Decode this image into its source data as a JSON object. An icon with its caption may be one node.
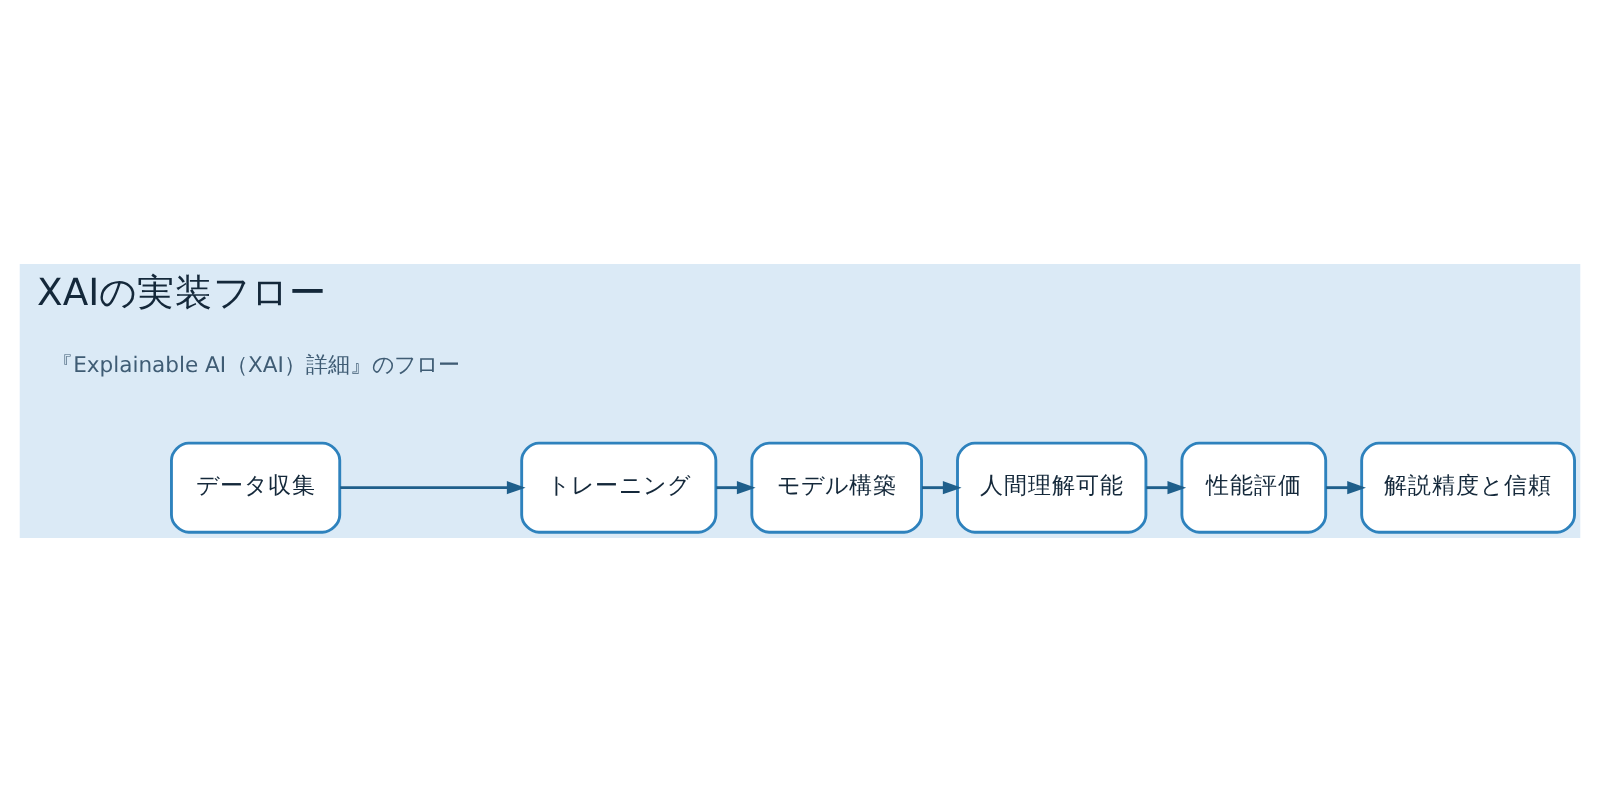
{
  "diagram": {
    "title": "XAIの実装フロー",
    "nodes": [
      {
        "text": [
          "データ収集"
        ]
      },
      {
        "text": [
          "トレーニング"
        ]
      },
      {
        "text": [
          "モデル構築"
        ]
      },
      {
        "text": [
          "人間理解可能"
        ]
      },
      {
        "text": [
          "性能評価"
        ]
      },
      {
        "text": [
          "解説精度と信頼"
        ]
      }
    ],
    "edges": [
      {
        "from": 0,
        "to": 1,
        "arrow": "to"
      },
      {
        "from": 1,
        "to": 2,
        "arrow": "to"
      },
      {
        "from": 2,
        "to": 3,
        "arrow": "to"
      },
      {
        "from": 3,
        "to": 4,
        "arrow": "to"
      },
      {
        "from": 4,
        "to": 5,
        "arrow": "to"
      }
    ],
    "labels": [
      "『Explainable AI（XAI）詳細』のフロー"
    ]
  }
}
